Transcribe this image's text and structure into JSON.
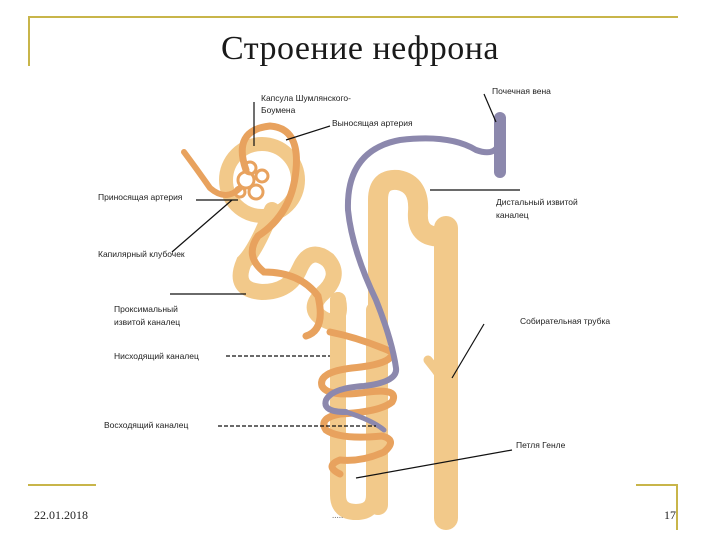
{
  "slide": {
    "title": "Строение нефрона",
    "date": "22.01.2018",
    "page_number": "17",
    "footer_url": "....."
  },
  "labels": {
    "capsule_line1": "Капсула Шумлянского-",
    "capsule_line2": "Боумена",
    "efferent_artery": "Выносящая артерия",
    "renal_vein": "Почечная вена",
    "afferent_artery": "Приносящая артерия",
    "distal_tubule_line1": "Дистальный извитой",
    "distal_tubule_line2": "каналец",
    "capillary_glomerulus": "Капилярный клубочек",
    "proximal_tubule_line1": "Проксимальный",
    "proximal_tubule_line2": "извитой каналец",
    "collecting_duct": "Собирательная трубка",
    "descending_limb": "Нисходящий каналец",
    "ascending_limb": "Восходящий каналец",
    "henle_loop": "Петля Генле"
  },
  "colors": {
    "frame": "#c8b54a",
    "tubule": "#f2c98a",
    "artery": "#e8a25e",
    "vein": "#8c88ad"
  }
}
